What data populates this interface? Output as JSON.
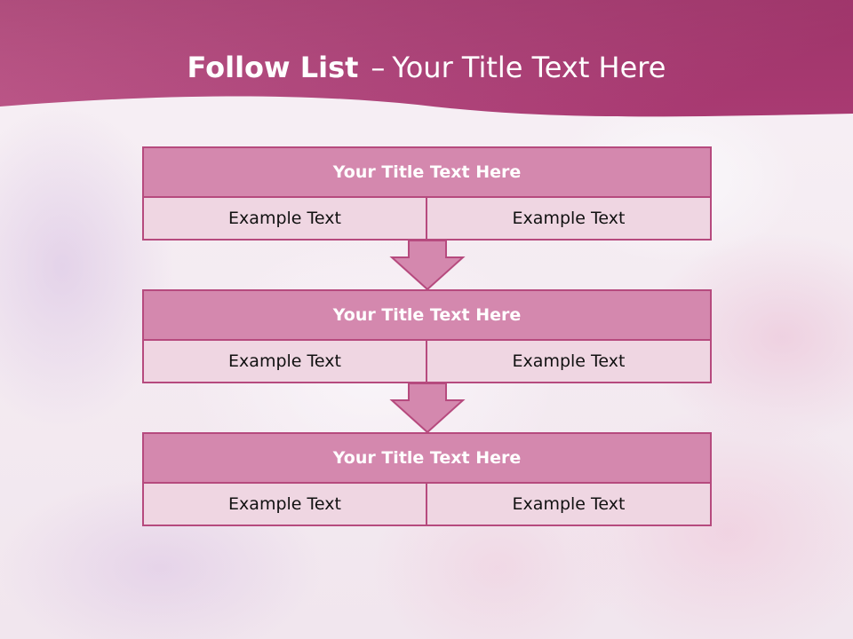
{
  "slide": {
    "title_bold": "Follow List",
    "title_separator": "–",
    "title_rest": "Your Title Text Here"
  },
  "colors": {
    "header_band": "#b13e78",
    "block_title_fill": "#d488ae",
    "block_border": "#b64a7e",
    "block_cell_fill": "#efd6e2",
    "arrow_fill": "#d488ae"
  },
  "blocks": [
    {
      "title": "Your Title Text Here",
      "left_text": "Example Text",
      "right_text": "Example Text"
    },
    {
      "title": "Your Title Text Here",
      "left_text": "Example Text",
      "right_text": "Example Text"
    },
    {
      "title": "Your Title Text Here",
      "left_text": "Example Text",
      "right_text": "Example Text"
    }
  ]
}
